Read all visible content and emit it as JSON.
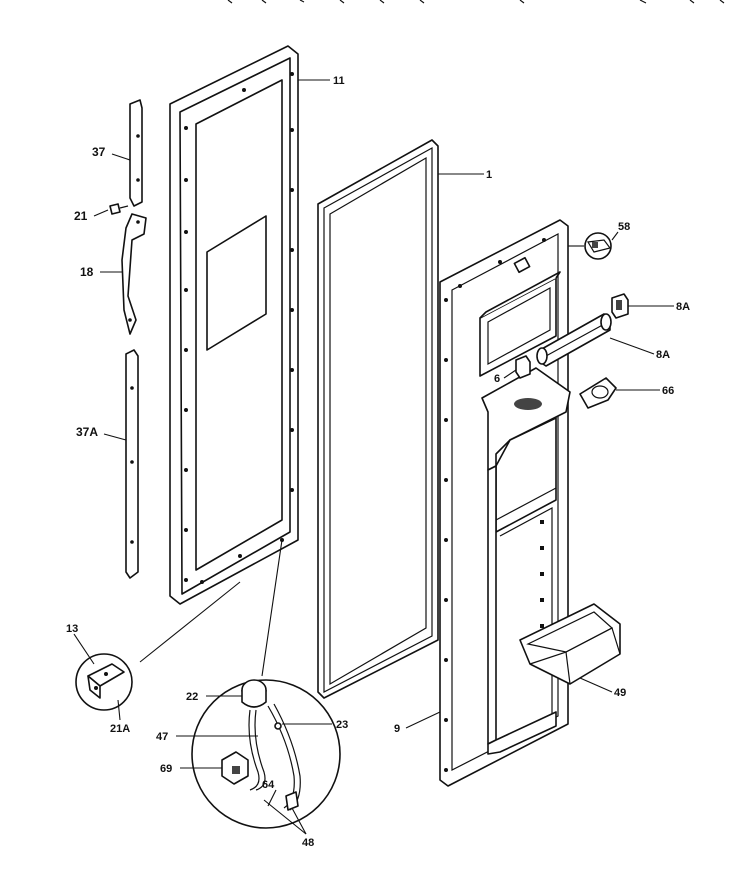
{
  "labels": {
    "p11": "11",
    "p1": "1",
    "p37": "37",
    "p21": "21",
    "p18": "18",
    "p37a": "37A",
    "p58": "58",
    "p8a_top": "8A",
    "p8a": "8A",
    "p6": "6",
    "p66": "66",
    "p13": "13",
    "p21a": "21A",
    "p22": "22",
    "p47": "47",
    "p23": "23",
    "p69": "69",
    "p64": "64",
    "p48": "48",
    "p9": "9",
    "p49": "49"
  },
  "colors": {
    "ink": "#111111",
    "background": "#ffffff"
  }
}
